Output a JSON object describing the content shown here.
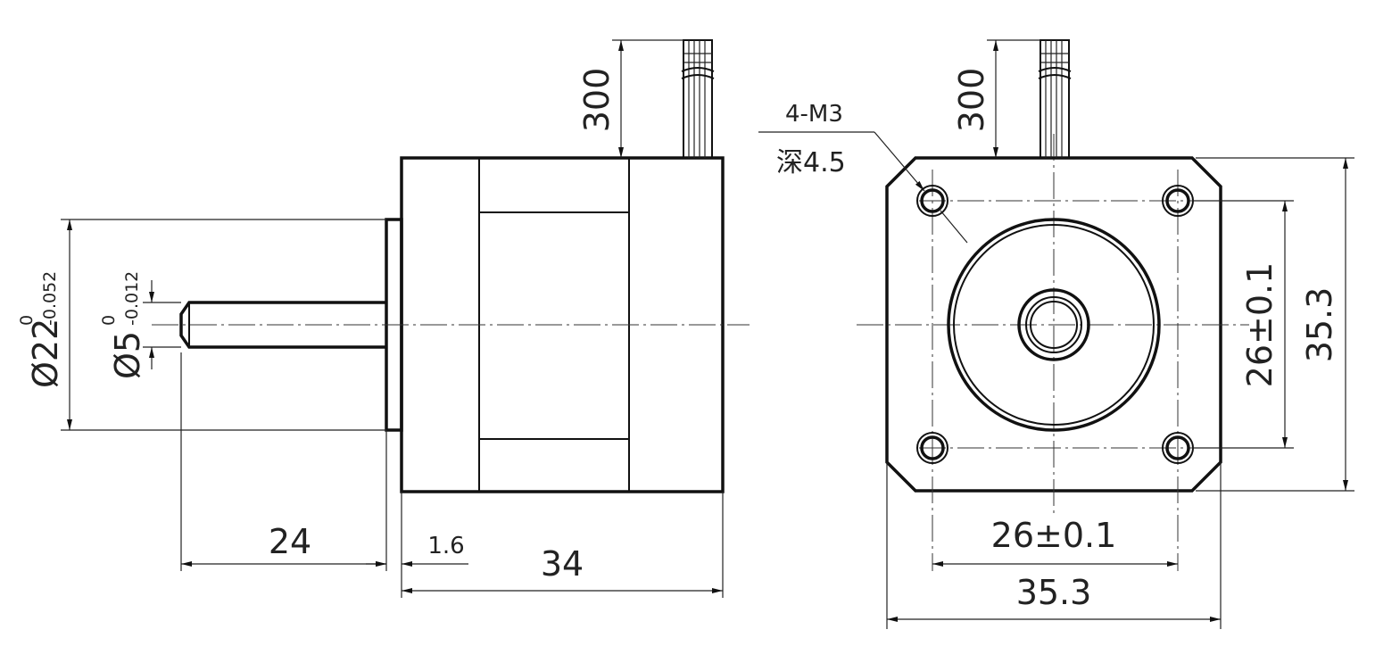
{
  "wire_length_side": "300",
  "wire_length_front": "300",
  "hole_spec": "4-M3",
  "hole_depth": "深4.5",
  "shaft_length": "24",
  "flange_thickness": "1.6",
  "body_length": "34",
  "boss_diameter": "Ø22",
  "boss_tol_upper": "0",
  "boss_tol_lower": "-0.052",
  "shaft_diameter": "Ø5",
  "shaft_tol_upper": "0",
  "shaft_tol_lower": "-0.012",
  "hole_spacing_h": "26±0.1",
  "hole_spacing_v": "26±0.1",
  "body_width": "35.3",
  "body_height": "35.3"
}
